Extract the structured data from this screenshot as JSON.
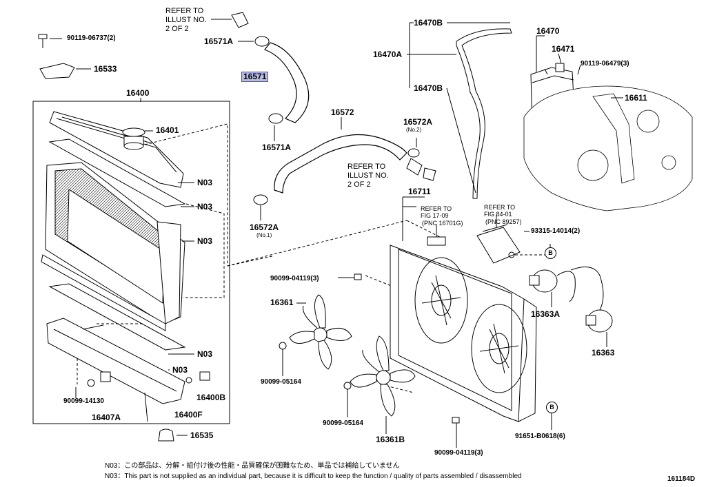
{
  "parts": {
    "p_90119_06737": "90119-06737(2)",
    "p_16533": "16533",
    "p_16400": "16400",
    "p_16401": "16401",
    "p_n03_a": "N03",
    "p_n03_b": "N03",
    "p_n03_c": "N03",
    "p_n03_d": "N03",
    "p_n03_e": "N03",
    "p_90099_14130": "90099-14130",
    "p_16407A": "16407A",
    "p_16400F": "16400F",
    "p_16400B": "16400B",
    "p_16535": "16535",
    "p_16571A_top": "16571A",
    "p_16571": "16571",
    "p_16571A_bottom": "16571A",
    "p_16572": "16572",
    "p_16572A_top": "16572A",
    "p_16572A_top_sub": "(No.2)",
    "p_16572A_bottom": "16572A",
    "p_16572A_bottom_sub": "(No.1)",
    "p_16470B_top": "16470B",
    "p_16470A": "16470A",
    "p_16470B_mid": "16470B",
    "p_16470": "16470",
    "p_16471": "16471",
    "p_90119_06479": "90119-06479(3)",
    "p_16611": "16611",
    "p_16711": "16711",
    "p_93315_14014": "93315-14014(2)",
    "p_90099_04119_top": "90099-04119(3)",
    "p_16361": "16361",
    "p_16363A": "16363A",
    "p_16363": "16363",
    "p_90099_05164_left": "90099-05164",
    "p_90099_05164_mid": "90099-05164",
    "p_16361B": "16361B",
    "p_90099_04119_bottom": "90099-04119(3)",
    "p_91651_B0618": "91651-B0618(6)"
  },
  "refs": {
    "refer_top": "REFER TO\nILLUST NO.\n2 OF 2",
    "refer_mid": "REFER TO\nILLUST NO.\n2 OF 2",
    "refer_fig17_a": "REFER TO",
    "refer_fig17_b": "FIG 17-09",
    "refer_fig17_c": "(PNC 16701G)",
    "refer_fig84_a": "REFER TO",
    "refer_fig84_b": "FIG 84-01",
    "refer_fig84_c": "(PNC 89257)"
  },
  "markers": {
    "b1": "B",
    "b2": "B"
  },
  "notes": {
    "jp": "N03：この部品は、分解・組付け後の性能・品質確保が困難なため、単品では補給していません",
    "en": "N03：This part is not supplied as an individual part, because it is difficult to keep the function / quality of parts assembled / disassembled"
  },
  "diagram_code": "161184D",
  "colors": {
    "highlight_fill": "#b9bde6",
    "highlight_border": "#4b50a8",
    "ink": "#000000"
  }
}
